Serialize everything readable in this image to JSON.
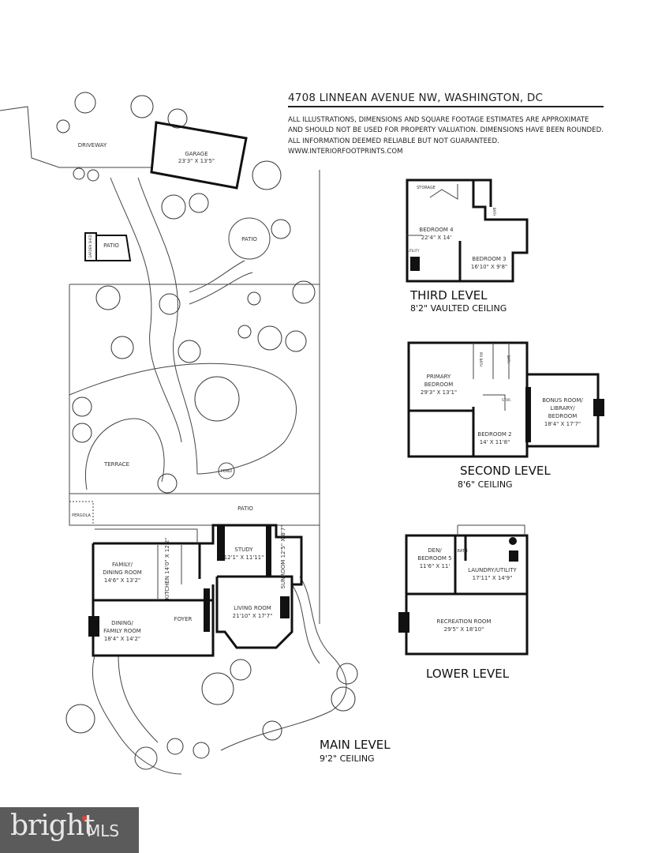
{
  "header": {
    "title": "4708 LINNEAN AVENUE NW, WASHINGTON, DC",
    "disclaimer": [
      "ALL ILLUSTRATIONS, DIMENSIONS AND SQUARE FOOTAGE ESTIMATES ARE APPROXIMATE",
      "AND  SHOULD NOT BE USED FOR PROPERTY VALUATION. DIMENSIONS HAVE BEEN ROUNDED.",
      "ALL INFORMATION DEEMED RELIABLE BUT NOT GUARANTEED.",
      "WWW.INTERIORFOOTPRINTS.COM"
    ]
  },
  "levels": {
    "third": {
      "name": "THIRD LEVEL",
      "ceiling": "8'2\" VAULTED CEILING",
      "rooms": {
        "storage": "STORAGE",
        "bedroom4": "BEDROOM 4",
        "bedroom4_dim": "22'4\" X 14'",
        "bedroom3": "BEDROOM 3",
        "bedroom3_dim": "16'10\" X 9'8\"",
        "utility": "UTILITY",
        "bath": "BATH"
      }
    },
    "second": {
      "name": "SECOND LEVEL",
      "ceiling": "8'6\" CEILING",
      "rooms": {
        "primary1": "PRIMARY",
        "primary2": "BEDROOM",
        "primary_dim": "29'3\" X 13'1\"",
        "bedroom2": "BEDROOM 2",
        "bedroom2_dim": "14' X 11'8\"",
        "bonus1": "BONUS ROOM/",
        "bonus2": "LIBRARY/",
        "bonus3": "BEDROOM",
        "bonus_dim": "18'4\" X 17'7\"",
        "bath": "BATH",
        "pbath": "PRI BATH",
        "stor": "STOR."
      }
    },
    "lower": {
      "name": "LOWER LEVEL",
      "rooms": {
        "den1": "DEN/",
        "den2": "BEDROOM 5",
        "den_dim": "11'6\" X 11'",
        "bath": "BATH",
        "laundry": "LAUNDRY/UTILITY",
        "laundry_dim": "17'11\" X 14'9\"",
        "rec": "RECREATION ROOM",
        "rec_dim": "29'5\" X 18'10\""
      }
    },
    "main": {
      "name": "MAIN LEVEL",
      "ceiling": "9'2\" CEILING",
      "rooms": {
        "family1": "FAMILY/",
        "family2": "DINING ROOM",
        "family_dim": "14'6\" X 13'2\"",
        "kitchen": "KITCHEN 14'0\" X 12'2\"",
        "study": "STUDY",
        "study_dim": "12'1\" X 11'11\"",
        "sunroom": "SUNROOM 12'5\" X 8'7\"",
        "living": "LIVING ROOM",
        "living_dim": "21'10\" X 17'7\"",
        "dining1": "DINING/",
        "dining2": "FAMILY ROOM",
        "dining_dim": "18'4\" X 14'2\"",
        "foyer": "FOYER"
      }
    }
  },
  "site": {
    "driveway": "DRIVEWAY",
    "garage": "GARAGE",
    "garage_dim": "23'3\" X 13'5\"",
    "patio": "PATIO",
    "garden_shed": "GARDEN SHED",
    "terrace": "TERRACE",
    "pond": "POND",
    "pergola": "PERGOLA"
  },
  "logo": {
    "brand": "bright",
    "suffix": "MLS",
    "accent": "#e8442a"
  }
}
